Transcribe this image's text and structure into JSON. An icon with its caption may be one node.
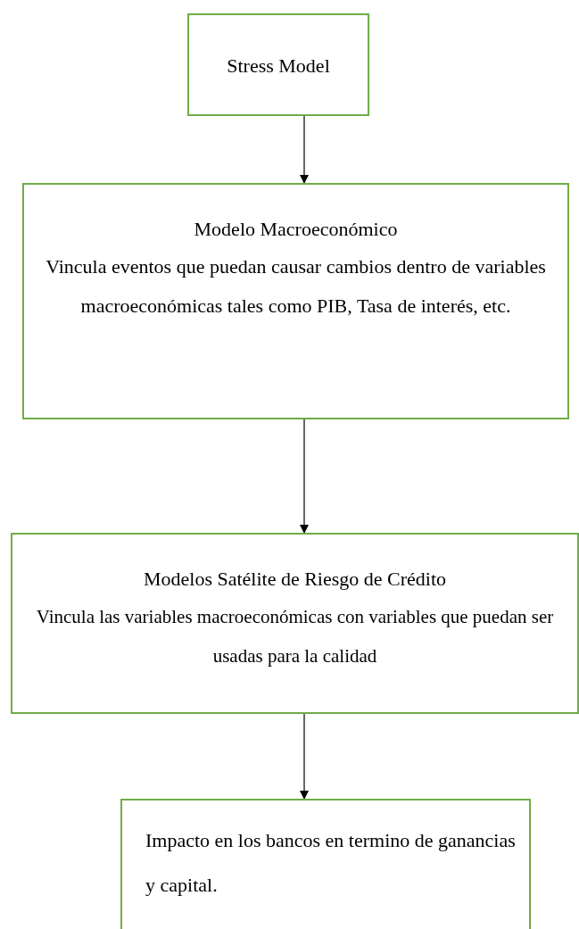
{
  "diagram": {
    "nodes": [
      {
        "text": [
          "Stress Model"
        ]
      },
      {
        "text": [
          "Modelo Macroeconómico",
          "Vincula eventos que puedan causar cambios dentro de variables macroeconómicas tales como PIB, Tasa de interés, etc."
        ]
      },
      {
        "text": [
          "Modelos Satélite de Riesgo de Crédito",
          "Vincula las variables macroeconómicas con variables que puedan ser usadas para la calidad"
        ]
      },
      {
        "text": [
          "Impacto en los bancos en termino de ganancias y capital."
        ]
      }
    ],
    "edges": [
      {
        "from": 0,
        "to": 1,
        "arrow": "to"
      },
      {
        "from": 1,
        "to": 2,
        "arrow": "to"
      },
      {
        "from": 2,
        "to": 3,
        "arrow": "to"
      }
    ]
  }
}
